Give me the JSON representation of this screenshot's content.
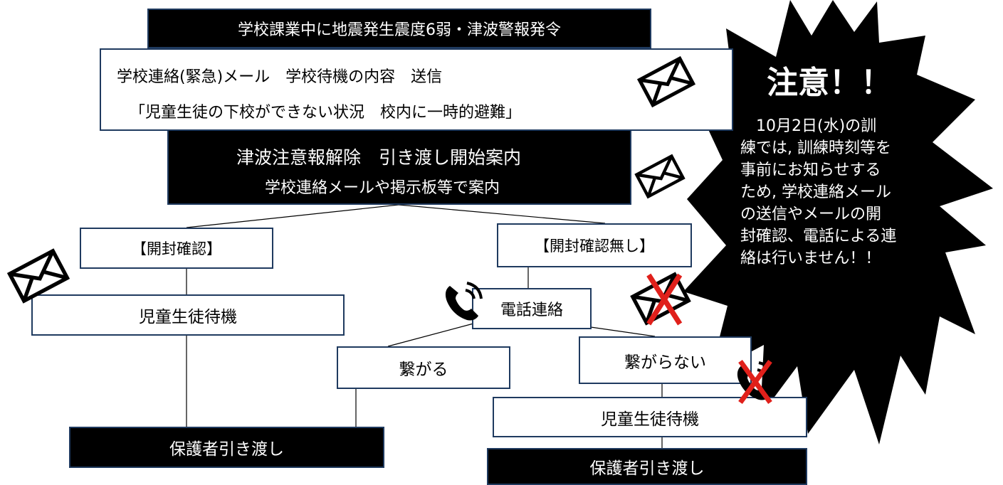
{
  "header": {
    "title": "学校課業中に地震発生震度6弱・津波警報発令"
  },
  "mail_notice": {
    "line1": "学校連絡(緊急)メール　学校待機の内容　送信",
    "line2": "「児童生徒の下校ができない状況　校内に一時的避難」"
  },
  "release": {
    "line1": "津波注意報解除　引き渡し開始案内",
    "line2": "学校連絡メールや掲示板等で案内"
  },
  "branches": {
    "confirmed": "【開封確認】",
    "not_confirmed": "【開封確認無し】",
    "standby_left": "児童生徒待機",
    "phone": "電話連絡",
    "connected": "繋がる",
    "not_connected": "繋がらない",
    "standby_right": "児童生徒待機",
    "handover_left": "保護者引き渡し",
    "handover_right": "保護者引き渡し"
  },
  "notice": {
    "title": "注意！！",
    "lines": [
      "　10月2日(水)の訓",
      "練では, 訓練時刻等を",
      "事前にお知らせする",
      "ため, 学校連絡メール",
      "の送信やメールの開",
      "封確認、電話による連",
      "絡は行いません！！"
    ]
  },
  "icons": {
    "mail": "envelope-icon",
    "phone": "phone-icon",
    "cross_color": "#e0201b"
  },
  "colors": {
    "box_border": "#1f3a5f",
    "dark_fill": "#000000",
    "burst_fill": "#000000"
  }
}
